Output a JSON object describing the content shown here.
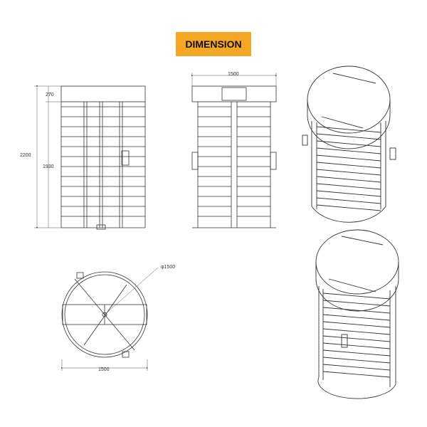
{
  "header": {
    "title": "DIMENSION"
  },
  "front_view": {
    "height_top": "270",
    "height_total": "2200",
    "height_inner": "1930"
  },
  "side_view": {
    "width": "1500"
  },
  "plan_view": {
    "diameter": "φ1500",
    "width": "1500"
  },
  "colors": {
    "badge": "#f5a623",
    "line": "#333333"
  }
}
